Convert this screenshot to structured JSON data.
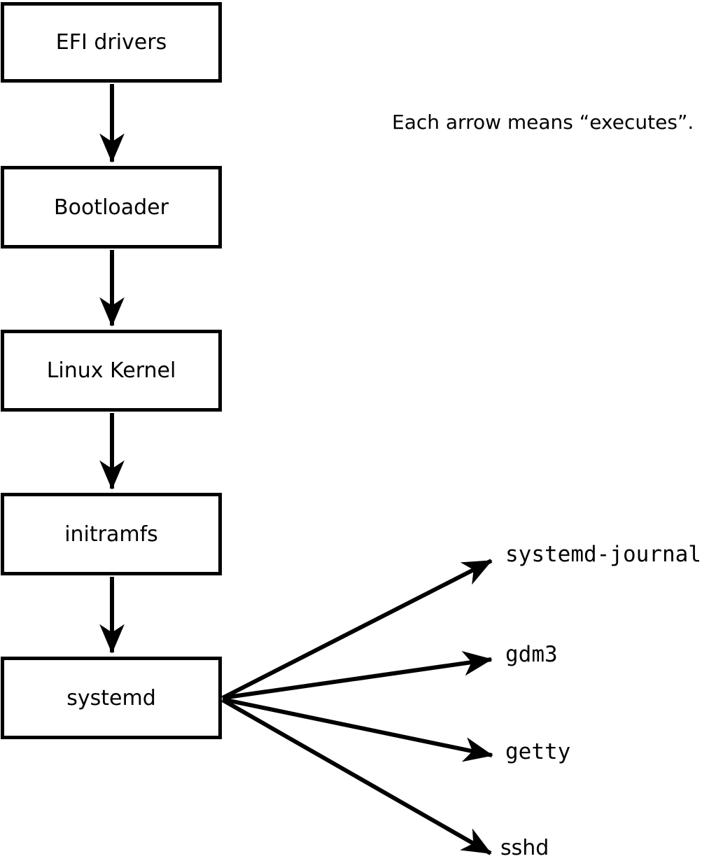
{
  "note": {
    "text": "Each arrow means “executes”."
  },
  "boxes": [
    {
      "id": "efi",
      "label": "EFI drivers"
    },
    {
      "id": "bootloader",
      "label": "Bootloader"
    },
    {
      "id": "kernel",
      "label": "Linux Kernel"
    },
    {
      "id": "initramfs",
      "label": "initramfs"
    },
    {
      "id": "systemd",
      "label": "systemd"
    }
  ],
  "targets": [
    {
      "id": "systemd-journal",
      "label": "systemd-journal"
    },
    {
      "id": "gdm3",
      "label": "gdm3"
    },
    {
      "id": "getty",
      "label": "getty"
    },
    {
      "id": "sshd",
      "label": "sshd"
    }
  ],
  "arrows": {
    "meaning": "executes",
    "vertical_chain": [
      "EFI drivers -> Bootloader",
      "Bootloader -> Linux Kernel",
      "Linux Kernel -> initramfs",
      "initramfs -> systemd"
    ],
    "fan_out": [
      "systemd -> systemd-journal",
      "systemd -> gdm3",
      "systemd -> getty",
      "systemd -> sshd"
    ]
  },
  "colors": {
    "line": "#000000",
    "background": "#ffffff",
    "box_fill": "#ffffff",
    "text": "#000000"
  }
}
